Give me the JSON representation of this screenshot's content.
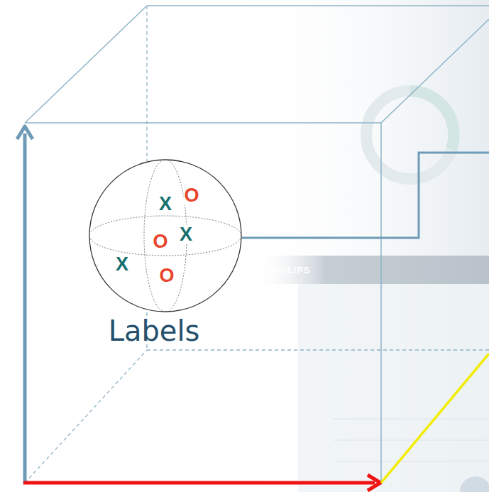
{
  "diagram": {
    "nodes": [
      {
        "text": [
          "X",
          "O",
          "O",
          "X",
          "X",
          "O",
          "Labels"
        ]
      }
    ],
    "labels": [
      "PHILIPS"
    ]
  }
}
